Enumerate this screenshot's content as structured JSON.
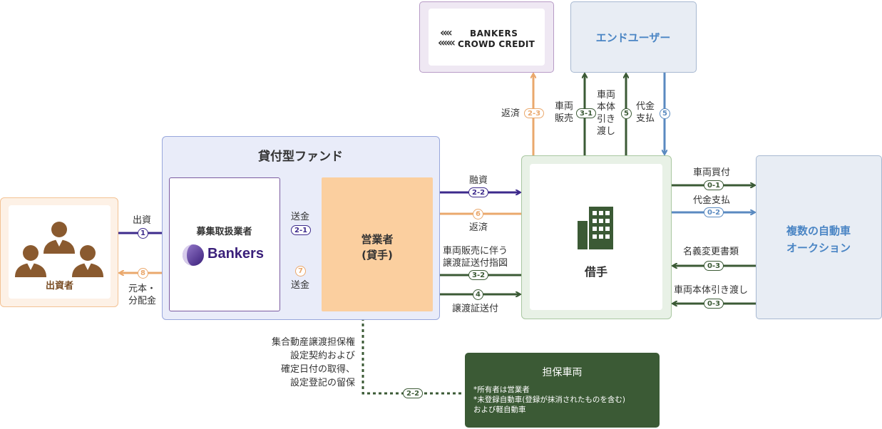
{
  "investors": {
    "label": "出資者"
  },
  "fund": {
    "title": "貸付型ファンド",
    "solicitor": {
      "label": "募集取扱業者",
      "brand": "Bankers"
    },
    "operator": {
      "label_line1": "営業者",
      "label_line2": "(貸手)"
    }
  },
  "bcc_logo": {
    "line1": "BANKERS",
    "line2": "CROWD CREDIT"
  },
  "end_user": {
    "label": "エンドユーザー"
  },
  "borrower": {
    "label": "借手"
  },
  "auction": {
    "line1": "複数の自動車",
    "line2": "オークション"
  },
  "collateral": {
    "title": "担保車両",
    "notes": [
      "*所有者は営業者",
      "*未登録自動車(登録が抹消されたものを含む)",
      "および軽自動車"
    ]
  },
  "flows": {
    "invest": {
      "label": "出資",
      "badge": "1"
    },
    "return_principal": {
      "label_line1": "元本・",
      "label_line2": "分配金",
      "badge": "8"
    },
    "transfer_in": {
      "label": "送金",
      "badge": "2-1"
    },
    "transfer_out": {
      "label": "送金",
      "badge": "7"
    },
    "loan": {
      "label": "融資",
      "badge": "2-2"
    },
    "repay": {
      "label": "返済",
      "badge": "6"
    },
    "doc_instruction": {
      "label_line1": "車両販売に伴う",
      "label_line2": "譲渡証送付指図",
      "badge": "3-2"
    },
    "doc_send": {
      "label": "譲渡証送付",
      "badge": "4"
    },
    "repay_bcc": {
      "label": "返済",
      "badge": "2-3"
    },
    "car_sale": {
      "label_chars": [
        "車",
        "両",
        "販",
        "売"
      ],
      "badge": "3-1"
    },
    "car_delivery": {
      "label_chars": [
        "車",
        "両",
        "本",
        "体",
        "引",
        "き",
        "渡",
        "し"
      ],
      "badge": "5"
    },
    "payment_enduser": {
      "label_chars": [
        "代",
        "金",
        "支",
        "払"
      ],
      "badge": "5"
    },
    "car_purchase": {
      "label": "車両買付",
      "badge": "0-1"
    },
    "payment_auction": {
      "label": "代金支払",
      "badge": "0-2"
    },
    "title_docs": {
      "label": "名義変更書類",
      "badge": "0-3"
    },
    "car_body_delivery": {
      "label": "車両本体引き渡し",
      "badge": "0-3"
    },
    "security": {
      "lines": [
        "集合動産譲渡担保権",
        "設定契約および",
        "確定日付の取得、",
        "設定登記の留保"
      ],
      "badge": "2-2"
    }
  },
  "colors": {
    "purple": "#3d2a8c",
    "orange": "#eaa86c",
    "green": "#3b5a35",
    "blue": "#5a8ac0",
    "investor_fill": "#fdf1e6",
    "investor_border": "#f3c294",
    "fund_fill": "#e9ecf9",
    "fund_border": "#98a7dc",
    "operator_fill": "#fbcf9f",
    "bcc_fill": "#efe8f3",
    "bcc_border": "#b79bc6",
    "enduser_fill": "#e8edf4",
    "enduser_border": "#a7b8d1",
    "borrower_fill": "#e8f1e6",
    "borrower_border": "#a9c7a1",
    "collateral_fill": "#3b5a35"
  }
}
